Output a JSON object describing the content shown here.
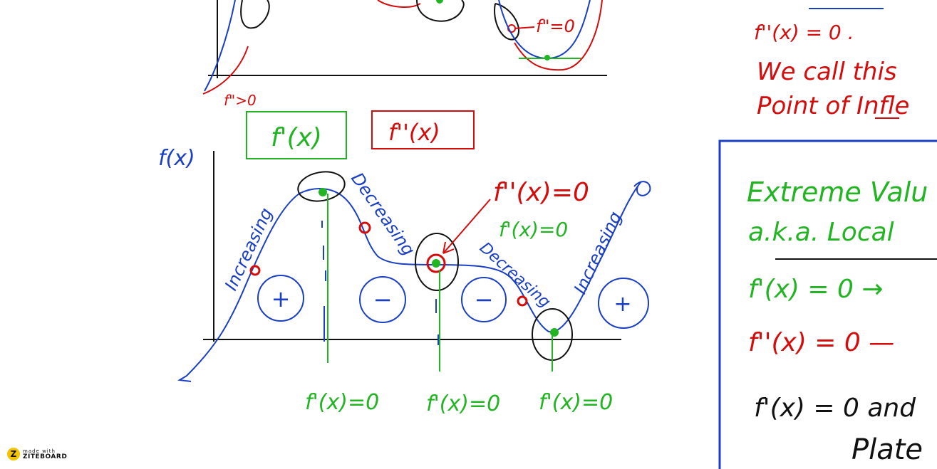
{
  "top_graph": {
    "f2_zero": "f\"=0",
    "f2_pos": "f\">0"
  },
  "legend": {
    "first_deriv": "f'(x)",
    "second_deriv": "f''(x)"
  },
  "main_graph": {
    "y_label": "f(x)",
    "inc_left": "Increasing",
    "dec_1": "Decreasing",
    "dec_2": "Decreasing",
    "inc_right": "Increasing",
    "sign_1": "+",
    "sign_2": "−",
    "sign_3": "−",
    "sign_4": "+",
    "f2_eq": "f''(x)=0",
    "f1_eq": "f'(x)=0",
    "bottom_1": "f'(x)=0",
    "bottom_2": "f'(x)=0",
    "bottom_3": "f'(x)=0"
  },
  "right_notes": {
    "top_line1": "f''(x) = 0 .",
    "top_line2": "We call this",
    "top_line3": "Point of Infle",
    "box_line1": "Extreme Valu",
    "box_line2": "a.k.a. Local",
    "box_line3": "f'(x) = 0 →",
    "box_line4": "f''(x) = 0 —",
    "box_line5": "f'(x) = 0 and",
    "box_line6": "Plate"
  },
  "logo": {
    "line1": "made with",
    "line2": "ZITEBOARD",
    "mark": "Z"
  },
  "colors": {
    "blue": "#1a3fc4",
    "red": "#d40c0c",
    "green": "#22b422",
    "black": "#111111"
  }
}
